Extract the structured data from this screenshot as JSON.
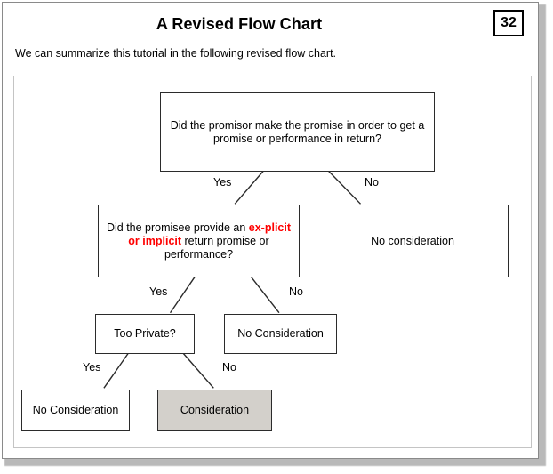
{
  "slide": {
    "page_number": "32",
    "title": "A Revised Flow Chart",
    "subtitle": "We can summarize this tutorial in the following revised flow chart."
  },
  "flowchart": {
    "nodes": {
      "root": {
        "id": "root",
        "text": "Did the promisor make the promise in order to get a promise or performance in return?",
        "shaded": false
      },
      "promisee": {
        "id": "promisee",
        "text_before": "Did the promisee provide an ",
        "text_highlight": "ex-plicit or implicit",
        "text_after": " return promise or performance?",
        "highlight_color": "#ff0000",
        "shaded": false
      },
      "no_consideration_1": {
        "id": "no_consideration_1",
        "text": "No consideration",
        "shaded": false
      },
      "too_private": {
        "id": "too_private",
        "text": "Too Private?",
        "shaded": false
      },
      "no_consideration_2": {
        "id": "no_consideration_2",
        "text": "No Consideration",
        "shaded": false
      },
      "no_consideration_3": {
        "id": "no_consideration_3",
        "text": "No Consideration",
        "shaded": false
      },
      "consideration": {
        "id": "consideration",
        "text": "Consideration",
        "shaded": true,
        "fill_color": "#d3d0cb"
      }
    },
    "edge_labels": {
      "root_yes": "Yes",
      "root_no": "No",
      "promisee_yes": "Yes",
      "promisee_no": "No",
      "too_private_yes": "Yes",
      "too_private_no": "No"
    },
    "edges": [
      {
        "from": "root",
        "to": "promisee",
        "label": "Yes"
      },
      {
        "from": "root",
        "to": "no_consideration_1",
        "label": "No"
      },
      {
        "from": "promisee",
        "to": "too_private",
        "label": "Yes"
      },
      {
        "from": "promisee",
        "to": "no_consideration_2",
        "label": "No"
      },
      {
        "from": "too_private",
        "to": "no_consideration_3",
        "label": "Yes"
      },
      {
        "from": "too_private",
        "to": "consideration",
        "label": "No"
      }
    ]
  }
}
